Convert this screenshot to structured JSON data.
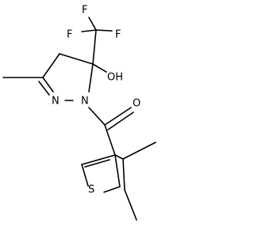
{
  "structure": {
    "atoms": {
      "fluorine_1": "F",
      "fluorine_2": "F",
      "fluorine_3": "F",
      "hydroxyl": "OH",
      "ring_nitrogen_imine": "N",
      "ring_nitrogen_amide": "N",
      "carbonyl_oxygen": "O",
      "thiophene_sulfur": "S"
    },
    "colors": {
      "bonds": "#000000",
      "labels": "#000000",
      "background": "#ffffff"
    }
  }
}
